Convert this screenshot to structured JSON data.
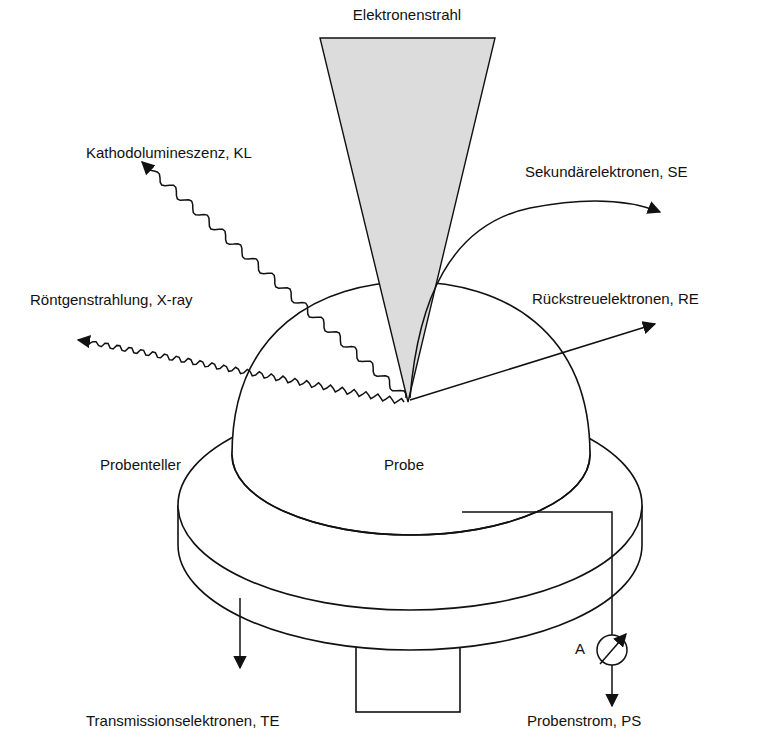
{
  "diagram": {
    "labels": [
      "Elektronenstrahl",
      "Kathodolumineszenz, KL",
      "Sekundärelektronen, SE",
      "Röntgenstrahlung, X-ray",
      "Rückstreuelektronen, RE",
      "Probenteller",
      "Probe",
      "A",
      "Transmissionselektronen, TE",
      "Probenstrom, PS"
    ]
  }
}
